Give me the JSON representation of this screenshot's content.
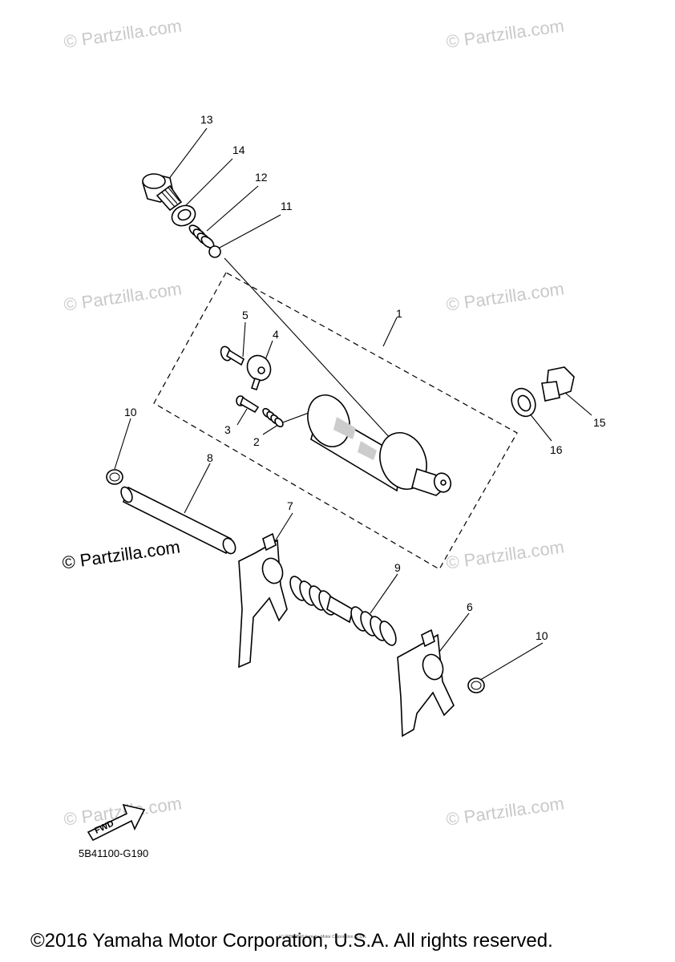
{
  "watermark_text": "© Partzilla.com",
  "watermark_main": "© Partzilla.com",
  "callouts": {
    "p1": "1",
    "p2": "2",
    "p3": "3",
    "p4": "4",
    "p5": "5",
    "p6": "6",
    "p7": "7",
    "p8": "8",
    "p9": "9",
    "p10a": "10",
    "p10b": "10",
    "p11": "11",
    "p12": "12",
    "p13": "13",
    "p14": "14",
    "p15": "15",
    "p16": "16"
  },
  "fwd_label": "FWD",
  "diagram_code": "5B41100-G190",
  "copyright": "©2016 Yamaha Motor Corporation, U.S.A. All rights reserved.",
  "tiny_copyright": "(c) 2005-2016 Yamaha Motor Corporation, U.S.A."
}
